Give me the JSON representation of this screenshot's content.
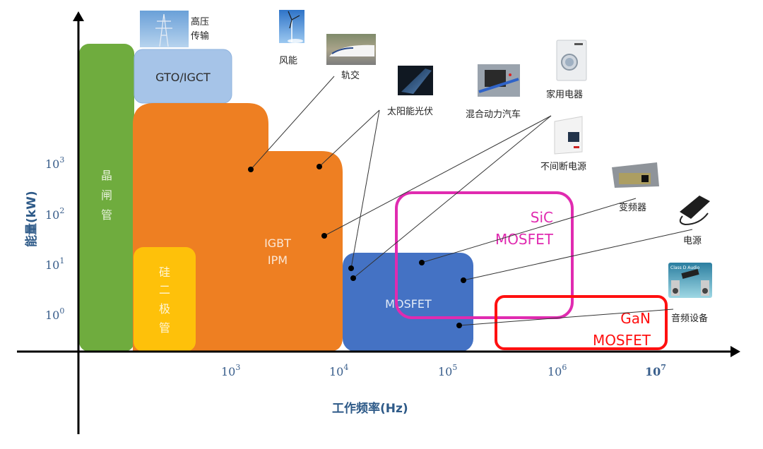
{
  "title": "Power semiconductor devices: power vs. operating frequency",
  "axes": {
    "y_title": "能量(kW)",
    "x_title": "工作频率(Hz)",
    "y_ticks": [
      {
        "base": "10",
        "exp": "3"
      },
      {
        "base": "10",
        "exp": "2"
      },
      {
        "base": "10",
        "exp": "1"
      },
      {
        "base": "10",
        "exp": "0"
      }
    ],
    "x_ticks": [
      {
        "base": "10",
        "exp": "3"
      },
      {
        "base": "10",
        "exp": "4"
      },
      {
        "base": "10",
        "exp": "5"
      },
      {
        "base": "10",
        "exp": "6"
      },
      {
        "base": "10",
        "exp": "7"
      }
    ]
  },
  "regions": {
    "thyristor": {
      "label": [
        "晶",
        "闸",
        "管"
      ],
      "color": "#6fac3e"
    },
    "gto": {
      "label": "GTO/IGCT",
      "color": "#a6c4e8"
    },
    "igbt": {
      "label": [
        "IGBT",
        "IPM"
      ],
      "color": "#ee7f22"
    },
    "diode": {
      "label": [
        "硅",
        "二",
        "极",
        "管"
      ],
      "color": "#fec10a"
    },
    "mosfet": {
      "label": "MOSFET",
      "color": "#4472c4"
    },
    "sic": {
      "label": [
        "SiC",
        "MOSFET"
      ],
      "color": "#e02bb0"
    },
    "gan": {
      "label": [
        "GaN",
        "MOSFET"
      ],
      "color": "#ff1010"
    }
  },
  "applications": [
    {
      "id": "hv",
      "label": [
        "高压",
        "传输"
      ],
      "icon": "power-tower-icon"
    },
    {
      "id": "wind",
      "label": "风能",
      "icon": "wind-turbine-icon"
    },
    {
      "id": "rail",
      "label": "轨交",
      "icon": "train-icon"
    },
    {
      "id": "solar",
      "label": "太阳能光伏",
      "icon": "solar-panel-icon"
    },
    {
      "id": "hev",
      "label": "混合动力汽车",
      "icon": "car-engine-icon"
    },
    {
      "id": "home",
      "label": "家用电器",
      "icon": "washing-machine-icon"
    },
    {
      "id": "ups",
      "label": "不间断电源",
      "icon": "ups-icon"
    },
    {
      "id": "inverter",
      "label": "变频器",
      "icon": "inverter-icon"
    },
    {
      "id": "psu",
      "label": "电源",
      "icon": "power-adapter-icon"
    },
    {
      "id": "audio",
      "label": "音频设备",
      "icon": "audio-equipment-icon",
      "icon_text": "Class D Audio"
    }
  ]
}
